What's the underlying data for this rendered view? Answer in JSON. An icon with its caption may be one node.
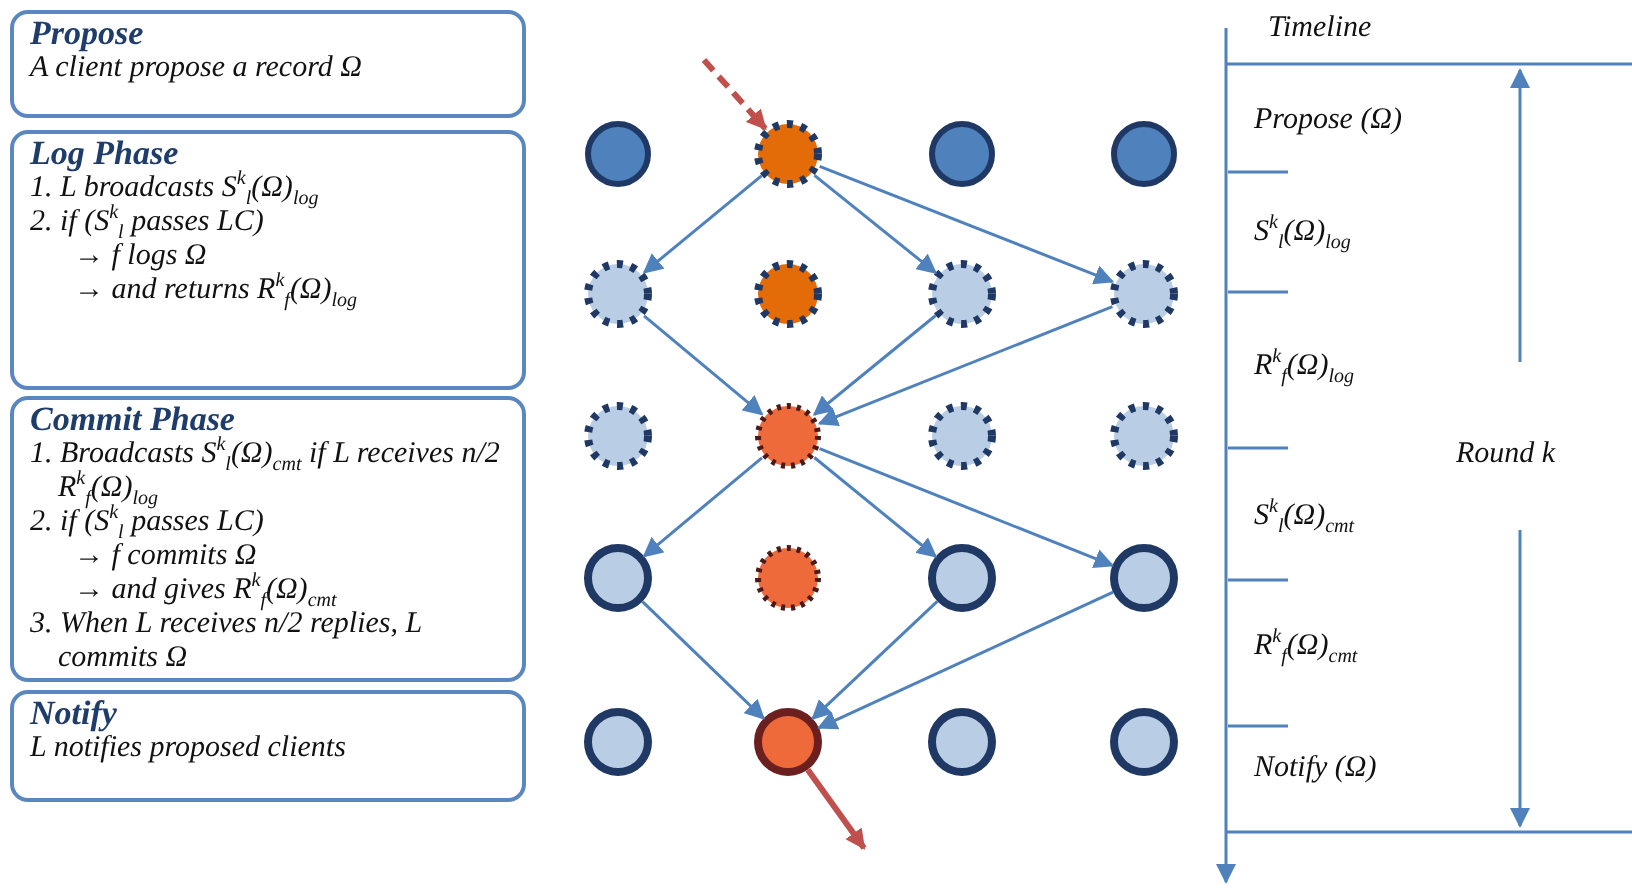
{
  "diagram": {
    "nodes": [
      {
        "text": [
          "Propose",
          "A client propose a record Ω"
        ]
      },
      {
        "text": [
          "Log Phase",
          "1. L broadcasts S$^{k}$$_{l}$(Ω)$_{log}$",
          "2. if (S$^{k}$$_{l}$ passes LC)",
          "→ f logs Ω",
          "→ and returns R$^{k}$$_{f}$(Ω)$_{log}$"
        ]
      },
      {
        "text": [
          "Commit Phase",
          "1. Broadcasts S$^{k}$$_{l}$(Ω)$_{cmt}$ if L receives n/2 R$^{k}$$_{f}$(Ω)$_{log}$",
          "2. if (S$^{k}$$_{l}$ passes LC)",
          "→ f commits Ω",
          "→ and gives R$^{k}$$_{f}$(Ω)$_{cmt}$",
          "3. When L receives n/2 replies, L commits Ω"
        ]
      },
      {
        "text": [
          "Notify",
          "L notifies proposed clients"
        ]
      },
      {
        "text": [],
        "shape": "circle"
      },
      {
        "text": [],
        "shape": "circle"
      },
      {
        "text": [],
        "shape": "circle"
      },
      {
        "text": [],
        "shape": "circle"
      },
      {
        "text": [],
        "shape": "circle"
      },
      {
        "text": [],
        "shape": "circle"
      },
      {
        "text": [],
        "shape": "circle"
      },
      {
        "text": [],
        "shape": "circle"
      },
      {
        "text": [],
        "shape": "circle"
      },
      {
        "text": [],
        "shape": "circle"
      },
      {
        "text": [],
        "shape": "circle"
      },
      {
        "text": [],
        "shape": "circle"
      },
      {
        "text": [],
        "shape": "circle"
      },
      {
        "text": [],
        "shape": "circle"
      },
      {
        "text": [],
        "shape": "circle"
      },
      {
        "text": [],
        "shape": "circle"
      },
      {
        "text": [],
        "shape": "circle"
      },
      {
        "text": [],
        "shape": "circle"
      },
      {
        "text": [],
        "shape": "circle"
      },
      {
        "text": [],
        "shape": "circle"
      }
    ],
    "edges": [
      {
        "from": null,
        "to": 5,
        "arrow": "to",
        "style": "dashed",
        "color": "#c0504d"
      },
      {
        "from": 5,
        "to": 8,
        "arrow": "to"
      },
      {
        "from": 5,
        "to": 10,
        "arrow": "to"
      },
      {
        "from": 5,
        "to": 11,
        "arrow": "to"
      },
      {
        "from": 8,
        "to": 13,
        "arrow": "to"
      },
      {
        "from": 10,
        "to": 13,
        "arrow": "to"
      },
      {
        "from": 11,
        "to": 13,
        "arrow": "to"
      },
      {
        "from": 13,
        "to": 16,
        "arrow": "to"
      },
      {
        "from": 13,
        "to": 18,
        "arrow": "to"
      },
      {
        "from": 13,
        "to": 19,
        "arrow": "to"
      },
      {
        "from": 16,
        "to": 21,
        "arrow": "to"
      },
      {
        "from": 18,
        "to": 21,
        "arrow": "to"
      },
      {
        "from": 19,
        "to": 21,
        "arrow": "to"
      },
      {
        "from": 21,
        "to": null,
        "arrow": "to",
        "style": "thick",
        "color": "#c0504d"
      }
    ],
    "labels": [
      "Timeline",
      "Propose (Ω)",
      "S$^{k}$$_{l}$(Ω)$_{log}$",
      "R$^{k}$$_{f}$(Ω)$_{log}$",
      "S$^{k}$$_{l}$(Ω)$_{cmt}$",
      "R$^{k}$$_{f}$(Ω)$_{cmt}$",
      "Notify (Ω)",
      "Round k"
    ]
  }
}
